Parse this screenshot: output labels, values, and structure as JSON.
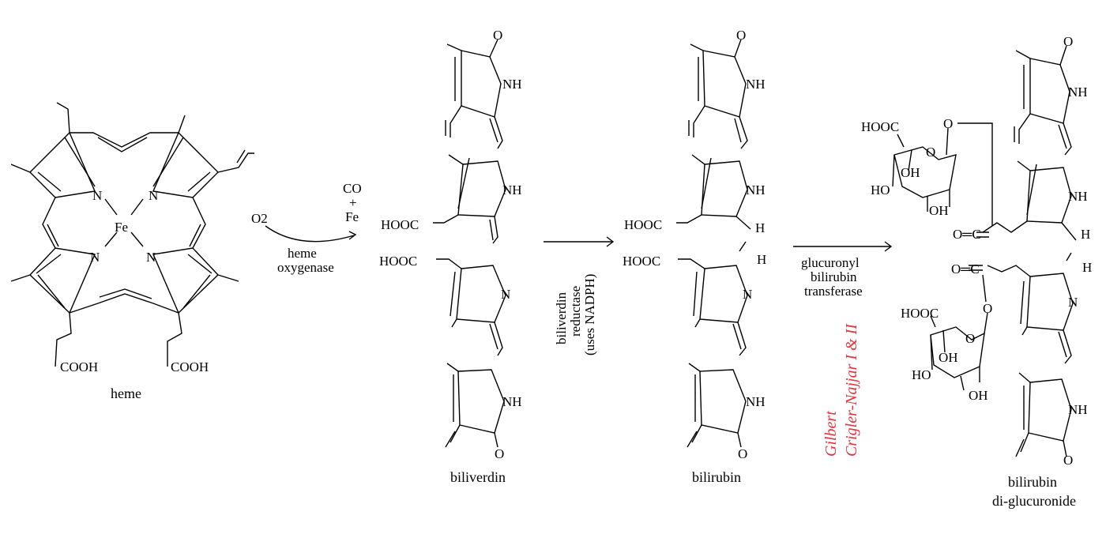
{
  "colors": {
    "ink": "#000000",
    "disease": "#e8323c",
    "background": "#ffffff"
  },
  "atoms": {
    "N": "N",
    "NH": "NH",
    "Fe": "Fe",
    "O": "O",
    "H": "H",
    "COOH": "COOH",
    "HOOC": "HOOC",
    "OH": "OH",
    "HO": "HO",
    "ester_O": "O",
    "carbonyl": "O═C"
  },
  "structures": {
    "heme": "heme",
    "biliverdin": "biliverdin",
    "bilirubin": "bilirubin",
    "conjugate_line1": "bilirubin",
    "conjugate_line2": "di-glucuronide"
  },
  "steps": {
    "step1": {
      "reactant": "O2",
      "products_line1": "CO",
      "products_line2": "+",
      "products_line3": "Fe",
      "enzyme_line1": "heme",
      "enzyme_line2": "oxygenase"
    },
    "step2": {
      "enzyme_line1": "biliverdin",
      "enzyme_line2": "reductase",
      "enzyme_line3": "(uses NADPH)"
    },
    "step3": {
      "enzyme_line1": "glucuronyl",
      "enzyme_line2": "bilirubin",
      "enzyme_line3": "transferase"
    }
  },
  "disorders": {
    "line1": "Gilbert",
    "line2": "Crigler-Najjar I & II"
  }
}
